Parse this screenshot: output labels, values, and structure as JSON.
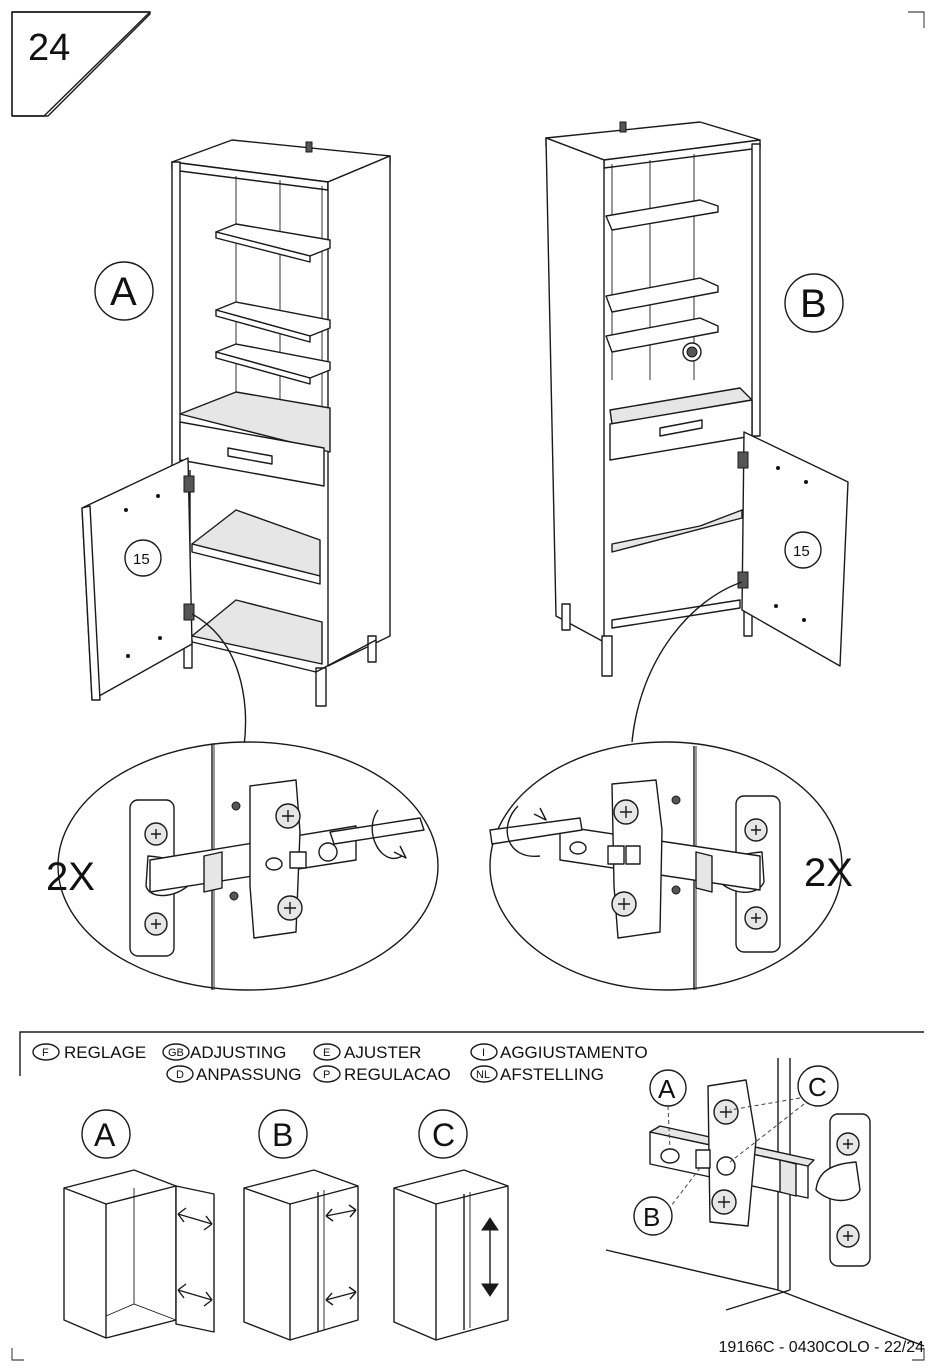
{
  "step": {
    "number": "24"
  },
  "variants": [
    {
      "label": "A",
      "part_number": "15"
    },
    {
      "label": "B",
      "part_number": "15"
    }
  ],
  "multiplier": {
    "left": "2X",
    "right": "2X"
  },
  "legend": {
    "items": [
      {
        "code": "F",
        "text": "REGLAGE"
      },
      {
        "code": "GB",
        "text": "ADJUSTING"
      },
      {
        "code": "E",
        "text": "AJUSTER"
      },
      {
        "code": "I",
        "text": "AGGIUSTAMENTO"
      },
      {
        "code": "D",
        "text": "ANPASSUNG"
      },
      {
        "code": "P",
        "text": "REGULACAO"
      },
      {
        "code": "NL",
        "text": "AFSTELLING"
      }
    ]
  },
  "adjustments": [
    {
      "label": "A",
      "arrow": "horizontal-outer"
    },
    {
      "label": "B",
      "arrow": "horizontal-inner"
    },
    {
      "label": "C",
      "arrow": "vertical"
    }
  ],
  "hinge_detail_labels": [
    "A",
    "B",
    "C"
  ],
  "footer": {
    "document_code": "19166C - 0430COLO - 22/24"
  },
  "icons": [
    "screwdriver-icon",
    "rotation-arrow-icon",
    "double-arrow-icon",
    "hinge-icon",
    "cross-screw-icon"
  ]
}
